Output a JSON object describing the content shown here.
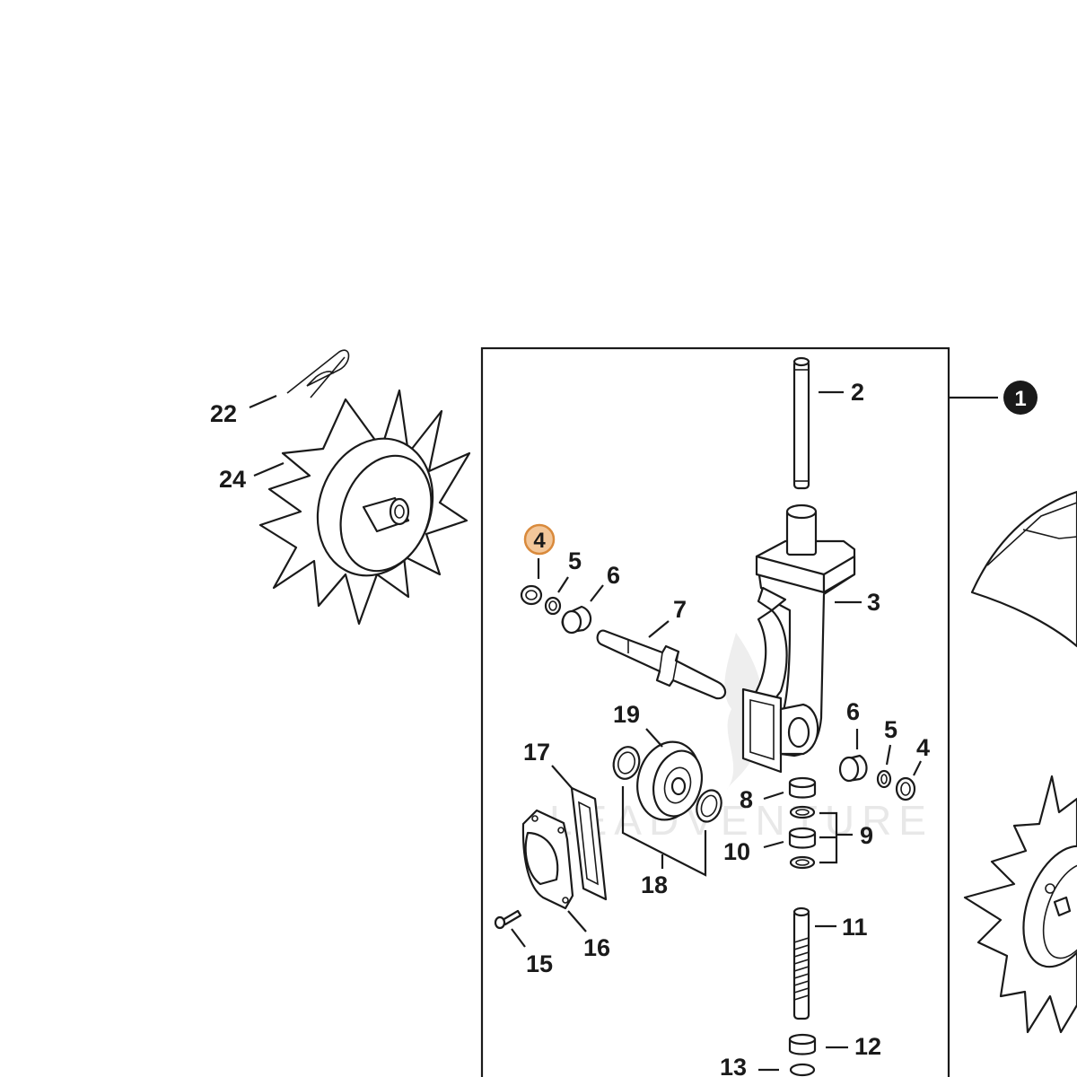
{
  "watermark": "LEADVENTURE",
  "assembly_badge": "1",
  "highlighted_callout": "4",
  "callouts": {
    "c2": "2",
    "c3": "3",
    "c4b": "4",
    "c5a": "5",
    "c5b": "5",
    "c6a": "6",
    "c6b": "6",
    "c7": "7",
    "c8": "8",
    "c9": "9",
    "c10": "10",
    "c11": "11",
    "c12": "12",
    "c13": "13",
    "c15": "15",
    "c16": "16",
    "c17": "17",
    "c18": "18",
    "c19": "19",
    "c22": "22",
    "c24": "24"
  },
  "colors": {
    "highlight_fill": "#f3c79a",
    "highlight_stroke": "#d98a3c",
    "ink": "#1a1a1a"
  }
}
